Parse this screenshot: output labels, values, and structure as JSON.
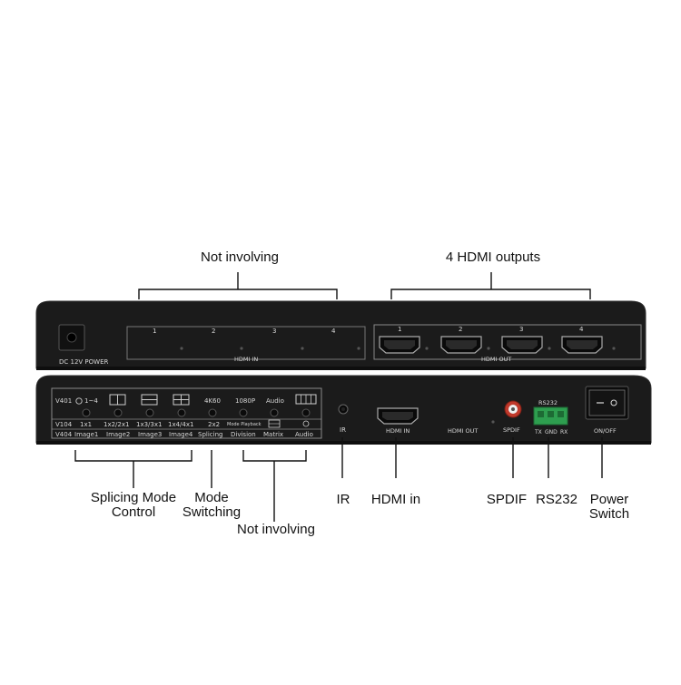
{
  "callouts": {
    "not_involving_top": "Not involving",
    "hdmi_outputs": "4 HDMI outputs",
    "splicing_mode_control": "Splicing Mode\nControl",
    "mode_switching": "Mode\nSwitching",
    "not_involving_bottom": "Not involving",
    "ir": "IR",
    "hdmi_in": "HDMI in",
    "spdif": "SPDIF",
    "rs232": "RS232",
    "power_switch": "Power\nSwitch"
  },
  "rear_panel": {
    "dc_label": "DC 12V POWER",
    "hdmi_in_group_label": "HDMI IN",
    "hdmi_out_group_label": "HDMI OUT",
    "input_numbers": [
      "1",
      "2",
      "3",
      "4"
    ],
    "output_numbers": [
      "1",
      "2",
      "3",
      "4"
    ]
  },
  "front_panel": {
    "row_v401": {
      "model": "V401",
      "items": [
        "1~4",
        "",
        "",
        "",
        "4K60",
        "1080P",
        "Audio",
        ""
      ]
    },
    "row_v104": {
      "model": "V104",
      "items": [
        "1x1",
        "1x2/2x1",
        "1x3/3x1",
        "1x4/4x1",
        "2x2",
        "Mode Playback",
        "",
        ""
      ]
    },
    "row_v404": {
      "model": "V404",
      "items": [
        "Image1",
        "Image2",
        "Image3",
        "Image4",
        "Splicing",
        "Division",
        "Matrix",
        "Audio"
      ]
    },
    "ir_label": "IR",
    "hdmi_in_label": "HDMI IN",
    "hdmi_out_label": "HDMI OUT",
    "spdif_label": "SPDIF",
    "rs232_label": "RS232",
    "rs232_pins": [
      "TX",
      "GND",
      "RX"
    ],
    "power_label": "ON/OFF"
  },
  "colors": {
    "device_body": "#1b1b1b",
    "device_edge": "#2e2e2e",
    "silkscreen": "#d8d8d8",
    "spdif_ring": "#c0392b",
    "rs232_terminal": "#2e9e4f",
    "background": "#ffffff",
    "callout_line": "#111111"
  }
}
